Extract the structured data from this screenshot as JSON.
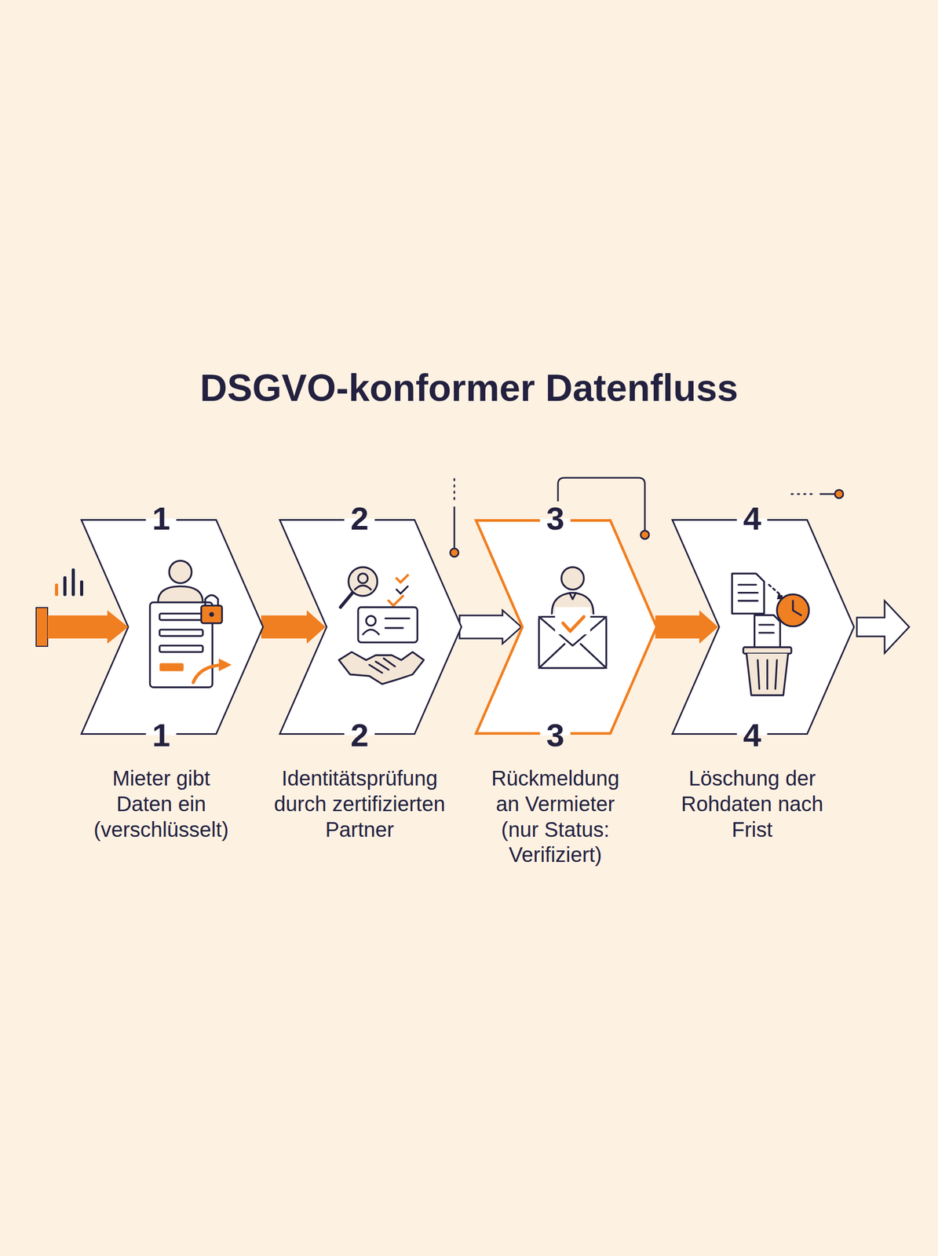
{
  "diagram": {
    "title": "DSGVO-konformer Datenfluss",
    "nodes": [
      {
        "text": [
          "1",
          "1",
          "Mieter gibt Daten ein (verschlüsselt)"
        ]
      },
      {
        "text": [
          "2",
          "2",
          "Identitätsprüfung durch zertifizierten Partner"
        ]
      },
      {
        "text": [
          "3",
          "3",
          "Rückmeldung an Vermieter (nur Status: Verifiziert)"
        ]
      },
      {
        "text": [
          "4",
          "4",
          "Löschung der Rohdaten nach Frist"
        ]
      }
    ],
    "edges": [
      {
        "from": 0,
        "to": 1,
        "arrow": "to"
      },
      {
        "from": 1,
        "to": 2,
        "arrow": "to"
      },
      {
        "from": 2,
        "to": 3,
        "arrow": "to"
      }
    ]
  }
}
